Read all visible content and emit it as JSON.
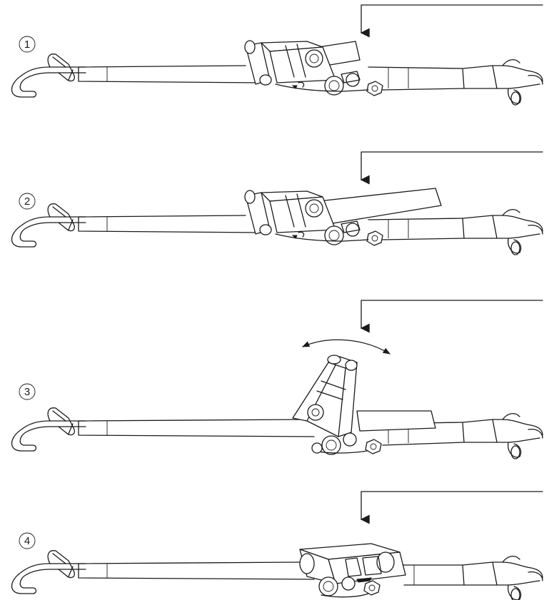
{
  "steps": [
    {
      "id": 1,
      "label": "1",
      "state": "strap-inserted"
    },
    {
      "id": 2,
      "label": "2",
      "state": "strap-pulled-through"
    },
    {
      "id": 3,
      "label": "3",
      "state": "ratchet-handle-opened"
    },
    {
      "id": 4,
      "label": "4",
      "state": "ratchet-closed"
    }
  ],
  "icons": {
    "hook": "j-hook-icon",
    "ratchet": "ratchet-buckle-icon",
    "direction_arrow": "down-arrow-icon",
    "motion": "double-arrow-arc-icon"
  },
  "colors": {
    "line": "#1a1a1a",
    "background": "#ffffff"
  }
}
